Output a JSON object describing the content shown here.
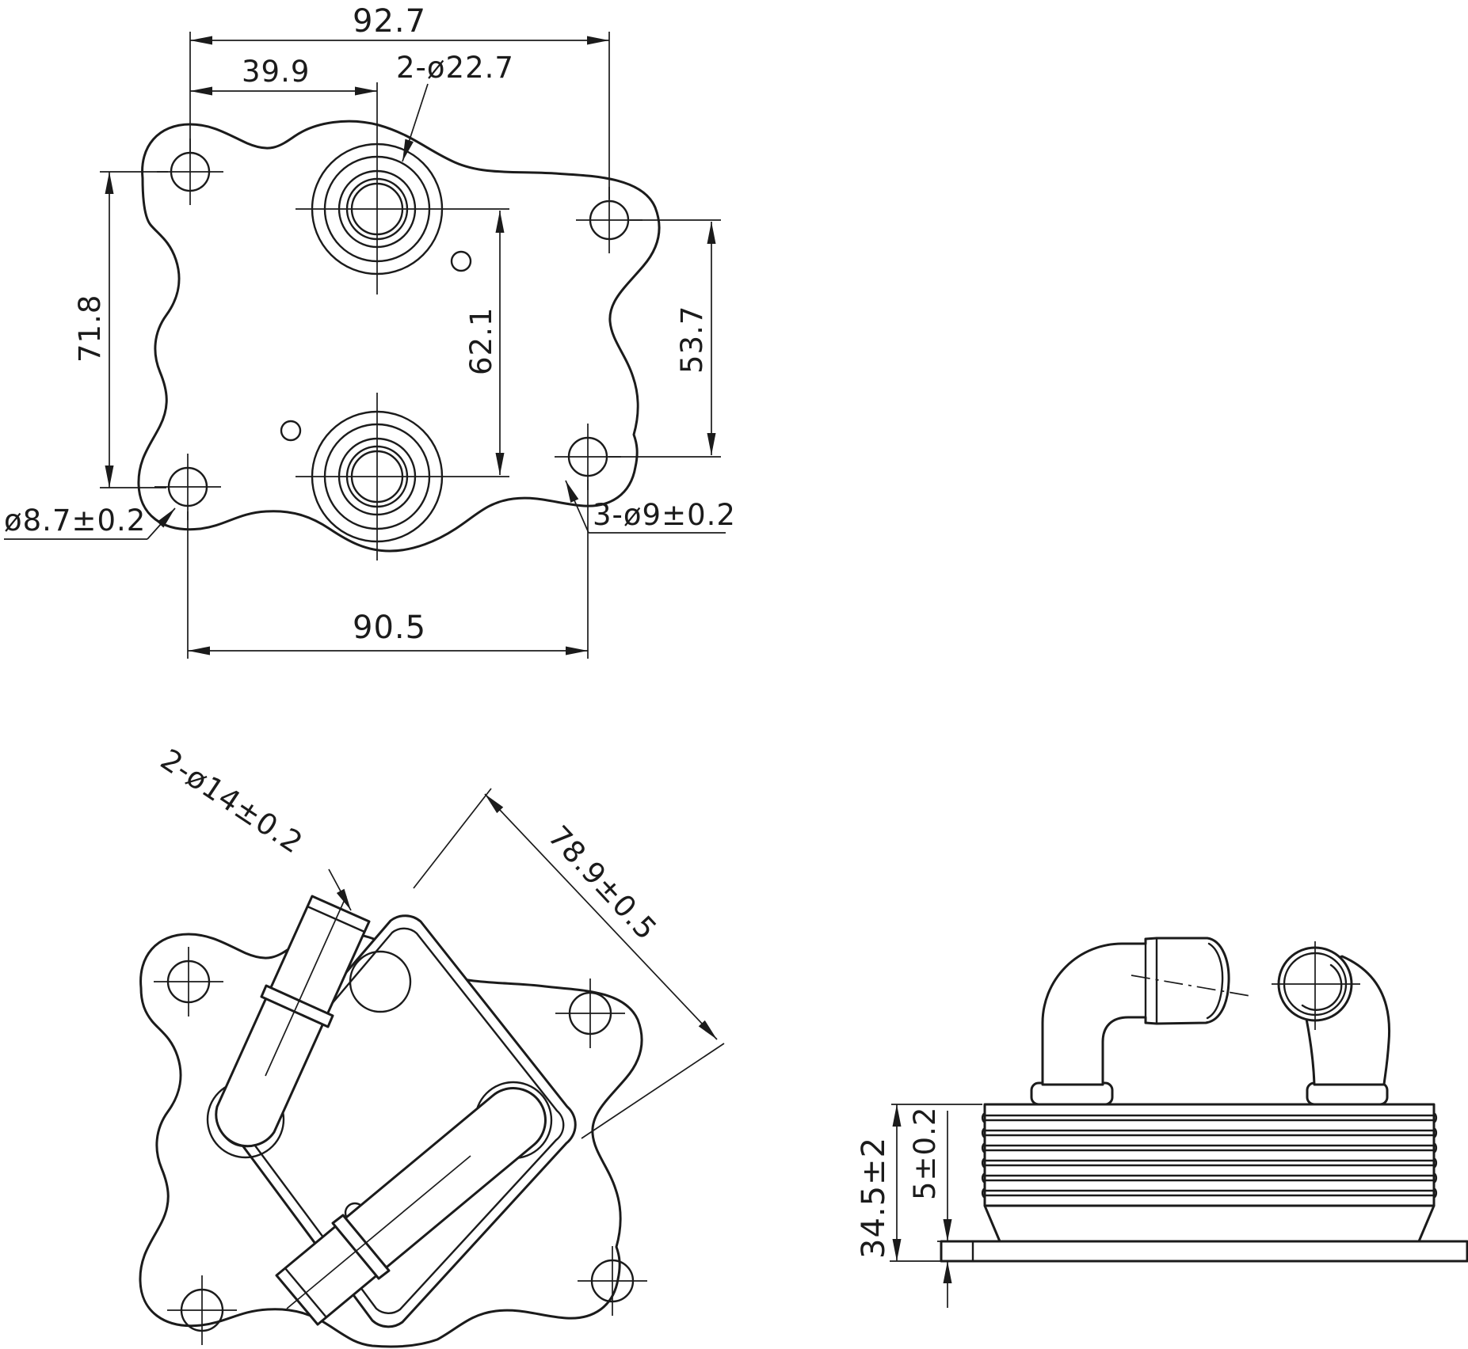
{
  "drawing": {
    "type": "technical-part-drawing",
    "part": "oil cooler flange with finned core and two elbow pipes",
    "colors": {
      "ink": "#1b1b1b",
      "paper": "#ffffff"
    },
    "front_view": {
      "dim_width_top": "92.7",
      "dim_port_offset_x": "39.9",
      "label_port_holes": "2-ø22.7",
      "dim_height_left": "71.8",
      "dim_port_spacing": "62.1",
      "dim_height_right": "53.7",
      "label_corner_hole": "ø8.7±0.2",
      "label_bolt_holes": "3-ø9±0.2",
      "dim_width_bottom": "90.5"
    },
    "back_view": {
      "label_pipe_diameter": "2-ø14±0.2",
      "dim_plate_diagonal": "78.9±0.5"
    },
    "side_view": {
      "dim_overall_height": "34.5±2",
      "dim_base_plate": "5±0.2"
    }
  }
}
